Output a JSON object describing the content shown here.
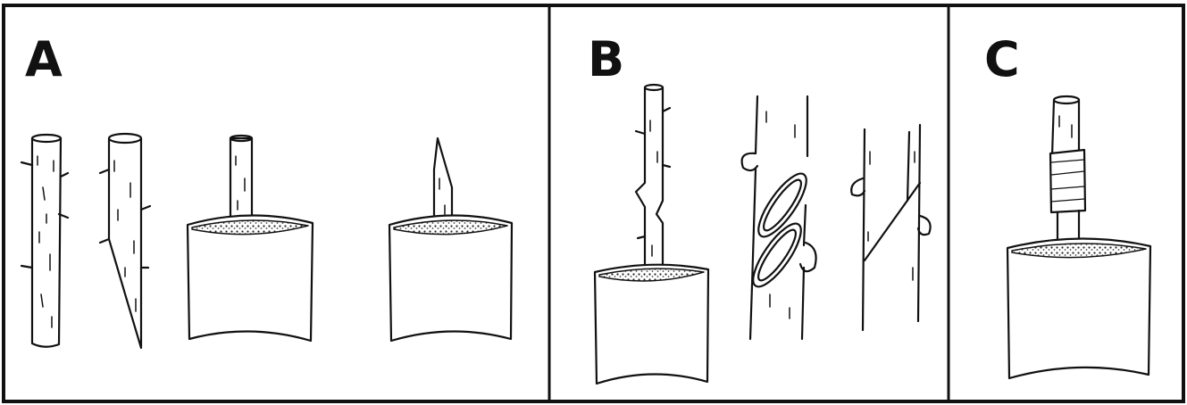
{
  "panels": [
    {
      "id": "A",
      "label": "A"
    },
    {
      "id": "B",
      "label": "B"
    },
    {
      "id": "C",
      "label": "C"
    }
  ],
  "colors": {
    "ink": "#111111",
    "paper": "#ffffff",
    "soil": "#333333"
  }
}
